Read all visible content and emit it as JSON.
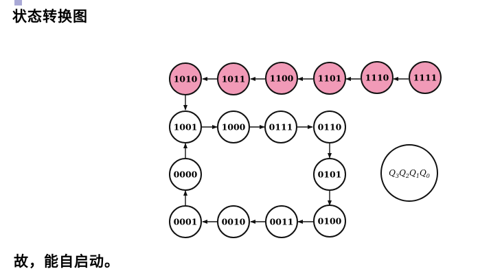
{
  "title": "状态转换图",
  "conclusion": "故，能自启动。",
  "colors": {
    "invalid_state_fill": "#f19ab7",
    "valid_state_fill": "#ffffff",
    "stroke": "#111111",
    "accent": "#a9a9d6"
  },
  "states": {
    "s1010": "1010",
    "s1011": "1011",
    "s1100": "1100",
    "s1101": "1101",
    "s1110": "1110",
    "s1111": "1111",
    "s1001": "1001",
    "s1000": "1000",
    "s0111": "0111",
    "s0110": "0110",
    "s0000": "0000",
    "s0101": "0101",
    "s0001": "0001",
    "s0010": "0010",
    "s0011": "0011",
    "s0100": "0100"
  },
  "legend": {
    "Q3": "Q",
    "sub3": "3",
    "Q2": "Q",
    "sub2": "2",
    "Q1": "Q",
    "sub1": "1",
    "Q0": "Q",
    "sub0": "0"
  },
  "transitions": [
    [
      "1111",
      "1110"
    ],
    [
      "1110",
      "1101"
    ],
    [
      "1101",
      "1100"
    ],
    [
      "1100",
      "1011"
    ],
    [
      "1011",
      "1010"
    ],
    [
      "1010",
      "1001"
    ],
    [
      "1001",
      "1000"
    ],
    [
      "1000",
      "0111"
    ],
    [
      "0111",
      "0110"
    ],
    [
      "0110",
      "0101"
    ],
    [
      "0101",
      "0100"
    ],
    [
      "0100",
      "0011"
    ],
    [
      "0011",
      "0010"
    ],
    [
      "0010",
      "0001"
    ],
    [
      "0001",
      "0000"
    ],
    [
      "0000",
      "1001"
    ]
  ]
}
